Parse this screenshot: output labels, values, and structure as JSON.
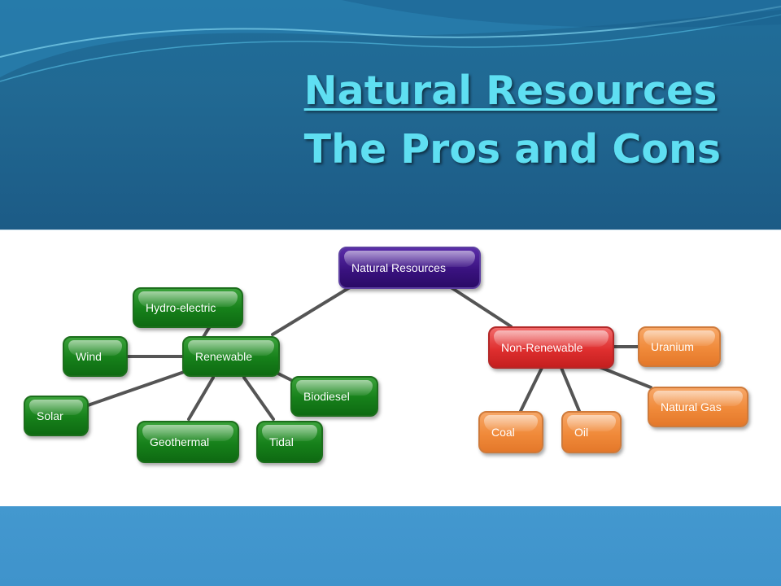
{
  "title": {
    "line1": "Natural Resources",
    "line2": "The Pros and Cons"
  },
  "diagram": {
    "root": "Natural Resources",
    "renewable": {
      "label": "Renewable",
      "children": [
        "Hydro-electric",
        "Wind",
        "Solar",
        "Geothermal",
        "Tidal",
        "Biodiesel"
      ]
    },
    "non_renewable": {
      "label": "Non-Renewable",
      "children": [
        "Uranium",
        "Natural Gas",
        "Coal",
        "Oil"
      ]
    }
  },
  "colors": {
    "root": "#3a1280",
    "renewable": "#16801a",
    "non_renewable": "#df2f2f",
    "non_renewable_leaf": "#f08a3a",
    "title_text": "#5fdff2"
  }
}
